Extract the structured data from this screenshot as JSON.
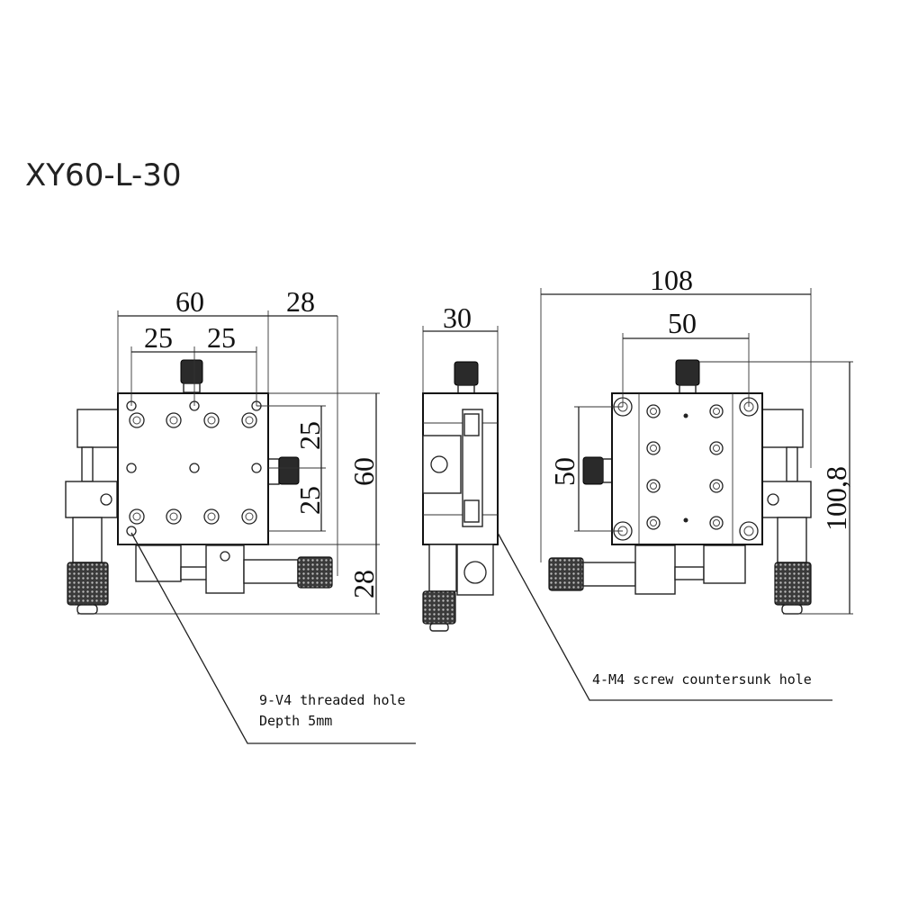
{
  "title": "XY60-L-30",
  "front_view": {
    "dim_width": "60",
    "dim_offset": "28",
    "dim_hole_left": "25",
    "dim_hole_right": "25",
    "dim_height": "60",
    "dim_hole_upper": "25",
    "dim_hole_lower": "25",
    "dim_bottom": "28"
  },
  "side_view": {
    "dim_thickness": "30"
  },
  "back_view": {
    "dim_overall_width": "108",
    "dim_hole_span": "50",
    "dim_hole_vertical": "50",
    "dim_overall_height": "100,8"
  },
  "notes": {
    "threaded_hole_line1": "9-V4 threaded hole",
    "threaded_hole_line2": "Depth 5mm",
    "countersunk_hole": "4-M4 screw countersunk hole"
  }
}
